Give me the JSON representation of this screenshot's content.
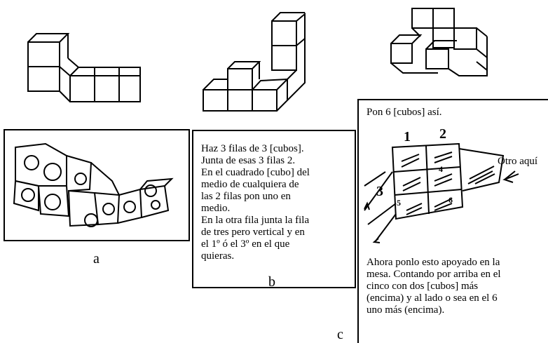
{
  "labels": {
    "a": "a",
    "b": "b",
    "c": "c"
  },
  "panel_b": {
    "instructions": "Haz 3 filas de 3 [cubos].\nJunta de esas 3 filas 2.\nEn el cuadrado [cubo] del\nmedio de cualquiera de\nlas 2 filas pon uno en\nmedio.\nEn la otra fila junta la fila\nde tres pero vertical y en\nel 1º ó el 3º en el que\nquieras."
  },
  "panel_c": {
    "top_text": "Pon 6 [cubos] así.",
    "side_note": "Otro aquí",
    "sketch_numbers": {
      "n1": "1",
      "n2": "2",
      "n3": "3",
      "n4": "4",
      "n5": "5",
      "n6": "6"
    },
    "bottom_text": "Ahora ponlo esto apoyado en la\nmesa. Contando por arriba en el\ncinco con dos [cubos] más\n(encima) y al lado o sea en el 6\nuno más (encima)."
  }
}
